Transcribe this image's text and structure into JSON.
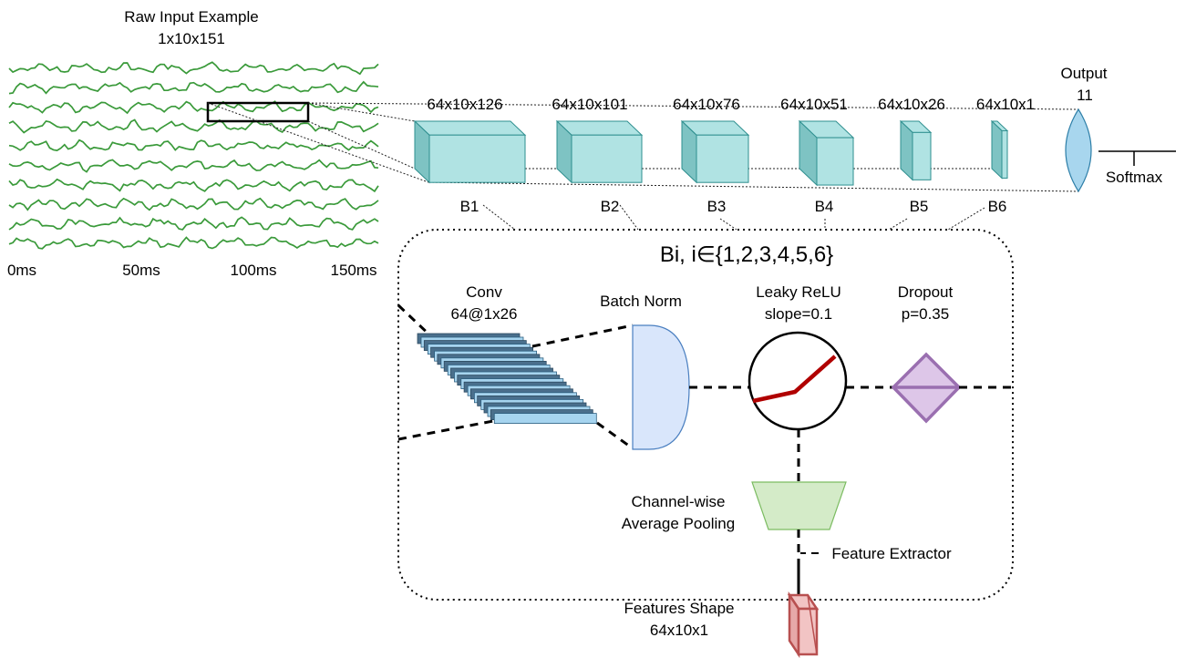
{
  "input": {
    "title": "Raw Input Example",
    "shape": "1x10x151",
    "time_ticks": [
      "0ms",
      "50ms",
      "100ms",
      "150ms"
    ],
    "channel_count": 10,
    "signal_color": "#3a9a3a"
  },
  "blocks": [
    {
      "shape": "64x10x126",
      "name": "B1"
    },
    {
      "shape": "64x10x101",
      "name": "B2"
    },
    {
      "shape": "64x10x76",
      "name": "B3"
    },
    {
      "shape": "64x10x51",
      "name": "B4"
    },
    {
      "shape": "64x10x26",
      "name": "B5"
    },
    {
      "shape": "64x10x1",
      "name": "B6"
    }
  ],
  "output": {
    "label": "Output",
    "classes": "11",
    "softmax": "Softmax"
  },
  "detail": {
    "title": "Bi, i∈{1,2,3,4,5,6}",
    "conv": {
      "label": "Conv",
      "spec": "64@1x26"
    },
    "batch_norm": {
      "label": "Batch Norm"
    },
    "leaky_relu": {
      "label": "Leaky ReLU",
      "spec": "slope=0.1"
    },
    "dropout": {
      "label": "Dropout",
      "spec": "p=0.35"
    },
    "pooling": {
      "line1": "Channel-wise",
      "line2": "Average Pooling"
    },
    "feature_extractor": "Feature Extractor"
  },
  "features": {
    "label": "Features Shape",
    "shape": "64x10x1"
  },
  "colors": {
    "block_fill": "#b0e3e3",
    "block_side": "#7ec3c3",
    "block_stroke": "#2e8f8f",
    "output_fill": "#a8d6ee",
    "conv_fill": "#a6d4ef",
    "conv_back": "#4a6f8c",
    "bn_fill": "#d9e6fb",
    "relu_line": "#b00000",
    "dropout_fill": "#ddc6e8",
    "dropout_stroke": "#9a6fb0",
    "pool_fill": "#d4ebc8",
    "pool_stroke": "#7cbc62",
    "feature_fill": "#f2c4c4",
    "feature_stroke": "#b85050"
  }
}
